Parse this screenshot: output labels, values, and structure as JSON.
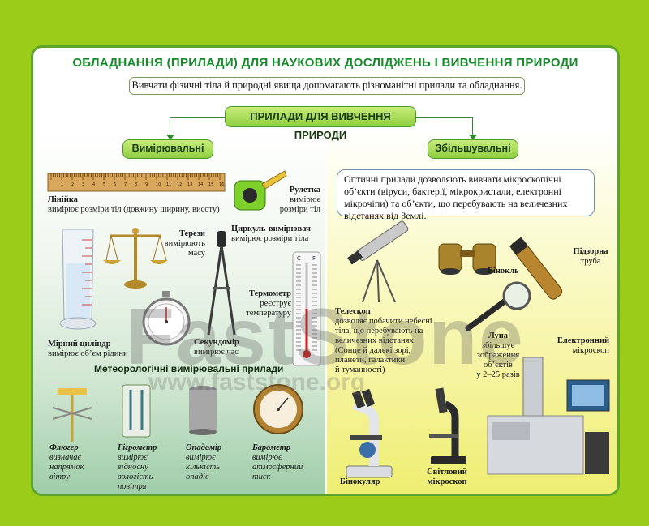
{
  "title": "ОБЛАДНАННЯ (ПРИЛАДИ) ДЛЯ НАУКОВИХ ДОСЛІДЖЕНЬ І ВИВЧЕННЯ ПРИРОДИ",
  "subtitle": "Вивчати фізичні тіла й природні явища допомагають різноманітні прилади та обладнання.",
  "main_heading": "ПРИЛАДИ ДЛЯ ВИВЧЕННЯ ПРИРОДИ",
  "left": {
    "heading": "Вимірювальні",
    "items": {
      "ruler": {
        "name": "Лінійка",
        "desc": "вимірює розміри тіл (довжину ширину, висоту)"
      },
      "tape": {
        "name": "Рулетка",
        "desc1": "вимірює",
        "desc2": "розміри тіл"
      },
      "scales": {
        "name": "Терези",
        "desc1": "вимірюють",
        "desc2": "масу"
      },
      "compass": {
        "name": "Циркуль-вимірювач",
        "desc": "вимірює розміри тіла"
      },
      "thermometer": {
        "name": "Термометр",
        "desc1": "реєструє",
        "desc2": "температуру"
      },
      "cylinder": {
        "name": "Мірний циліндр",
        "desc": "вимірює об’єм рідини"
      },
      "stopwatch": {
        "name": "Секундомір",
        "desc": "вимірює час"
      }
    },
    "meteo_heading": "Метеорологічні вимірювальні прилади",
    "meteo": {
      "vane": {
        "name": "Флюгер",
        "desc1": "визначає",
        "desc2": "напрямок",
        "desc3": "вітру"
      },
      "hygrometer": {
        "name": "Гігрометр",
        "desc1": "вимірює",
        "desc2": "відносну",
        "desc3": "вологість",
        "desc4": "повітря"
      },
      "raingauge": {
        "name": "Опадомір",
        "desc1": "вимірює",
        "desc2": "кількість",
        "desc3": "опадів"
      },
      "barometer": {
        "name": "Барометр",
        "desc1": "вимірює",
        "desc2": "атмосферний",
        "desc3": "тиск"
      }
    }
  },
  "right": {
    "heading": "Збільшувальні",
    "info": "Оптичні прилади дозволяють вивчати мікроскопічні об’єкти (віруси, бактерії, мікрокристали, електронні мікрочіпи) та об’єкти, що перебувають на величезних відстанях від Землі.",
    "items": {
      "telescope": {
        "name": "Телескоп",
        "desc1": "дозволяє побачити небесні",
        "desc2": "тіла, що перебувають на",
        "desc3": "величезних відстанях",
        "desc4": "(Сонце й далекі зорі,",
        "desc5": "планети, галактики",
        "desc6": "й туманності)"
      },
      "binocular": {
        "name": "Бінокль"
      },
      "spyglass": {
        "name1": "Підзорна",
        "name2": "труба"
      },
      "loupe": {
        "name": "Лупа",
        "desc1": "збільшує",
        "desc2": "зображення",
        "desc3": "об’єктів",
        "desc4": "у 2–25 разів"
      },
      "electron": {
        "name1": "Електронний",
        "name2": "мікроскоп"
      },
      "binocular_micro": {
        "name": "Бінокуляр"
      },
      "light_micro": {
        "name1": "Світловий",
        "name2": "мікроскоп"
      }
    }
  },
  "ruler_marks": [
    "1",
    "2",
    "3",
    "4",
    "5",
    "6",
    "7",
    "8",
    "9",
    "10",
    "11",
    "12",
    "13",
    "14",
    "15",
    "16"
  ],
  "thermo_units": [
    "C",
    "F"
  ],
  "watermark": "FastStone",
  "watermark_sub": "www.faststone.org",
  "colors": {
    "background": "#9ccc1a",
    "title": "#178a2c",
    "border": "#5aa52a",
    "pill": "#8fcf3f"
  }
}
